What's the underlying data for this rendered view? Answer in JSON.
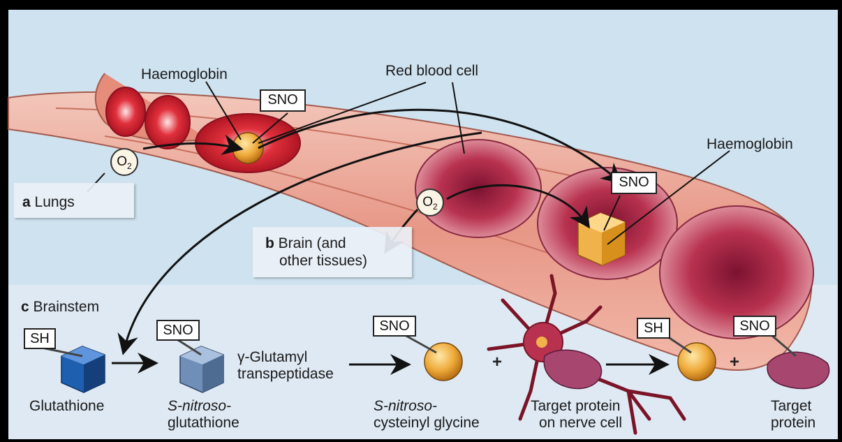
{
  "labels": {
    "lungs_letter": "a",
    "lungs": "Lungs",
    "brain_letter": "b",
    "brain_line1": "Brain (and",
    "brain_line2": "other tissues)",
    "brainstem_letter": "c",
    "brainstem": "Brainstem",
    "haemoglobin_top": "Haemoglobin",
    "red_blood_cell": "Red blood cell",
    "haemoglobin_right": "Haemoglobin"
  },
  "tags": {
    "sno_lungs": "SNO",
    "sno_brain": "SNO",
    "sh_glutathione": "SH",
    "sno_nitroso_glutathione": "SNO",
    "sno_cysteinyl": "SNO",
    "sh_target": "SH",
    "sno_target": "SNO"
  },
  "o2": {
    "letter": "O",
    "subscript": "2"
  },
  "pathway": {
    "glutathione": "Glutathione",
    "nitroso_glutathione_line1": "S-nitroso-",
    "nitroso_glutathione_line2": "glutathione",
    "enzyme_line1": "γ-Glutamyl",
    "enzyme_line2": "transpeptidase",
    "cysteinyl_line1": "S-nitroso-",
    "cysteinyl_line2": "cysteinyl glycine",
    "target_nerve_line1": "Target protein",
    "target_nerve_line2": "on nerve cell",
    "target_line1": "Target",
    "target_line2": "protein",
    "plus": "+"
  },
  "colors": {
    "sky": "#cfe2ef",
    "vessel": "#e9a79a",
    "rbc": "#c23a55",
    "protein_sphere": "#e8a02a",
    "glutathione_cube": "#1f5fb0",
    "nitroso_cube": "#6f8fb8",
    "target_protein": "#a7476f"
  }
}
